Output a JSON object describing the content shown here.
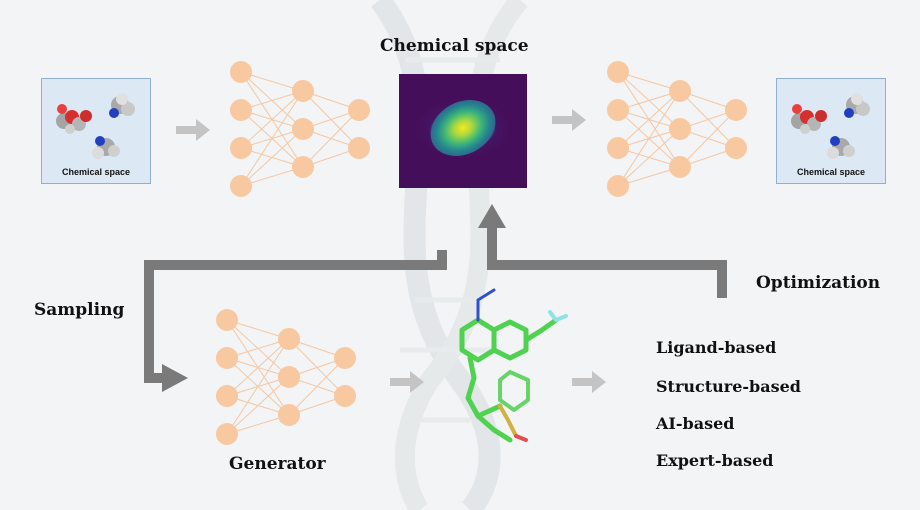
{
  "title": "Chemical space",
  "labels": {
    "sampling": "Sampling",
    "optimization": "Optimization",
    "generator": "Generator"
  },
  "mol_boxes": [
    {
      "caption": "Chemical space"
    },
    {
      "caption": "Chemical space"
    }
  ],
  "methods": [
    "Ligand-based",
    "Structure-based",
    "AI-based",
    "Expert-based"
  ],
  "colors": {
    "node": "#f8c8a0",
    "edge": "#f5c7a3",
    "flow_arrow": "#7a7a7a",
    "small_arrow": "#c4c4c4"
  }
}
